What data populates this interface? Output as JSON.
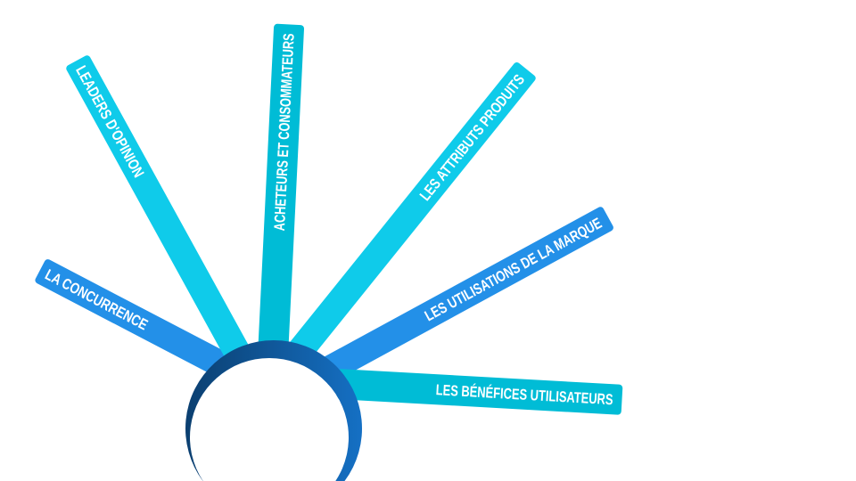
{
  "diagram": {
    "branches": [
      {
        "label": "LA CONCURRENCE",
        "color": "#2390E8"
      },
      {
        "label": "LEADERS D'OPINION",
        "color": "#0FCBEA"
      },
      {
        "label": "ACHETEURS ET CONSOMMATEURS",
        "color": "#00BCD6"
      },
      {
        "label": "LES ATTRIBUTS PRODUITS",
        "color": "#0FCBEA"
      },
      {
        "label": "LES UTILISATIONS DE LA MARQUE",
        "color": "#2390E8"
      },
      {
        "label": "LES BÉNÉFICES UTILISATEURS",
        "color": "#00BCD6"
      }
    ],
    "hub": {
      "ring_dark": "#0B3F70",
      "ring_light": "#1570C4"
    }
  }
}
